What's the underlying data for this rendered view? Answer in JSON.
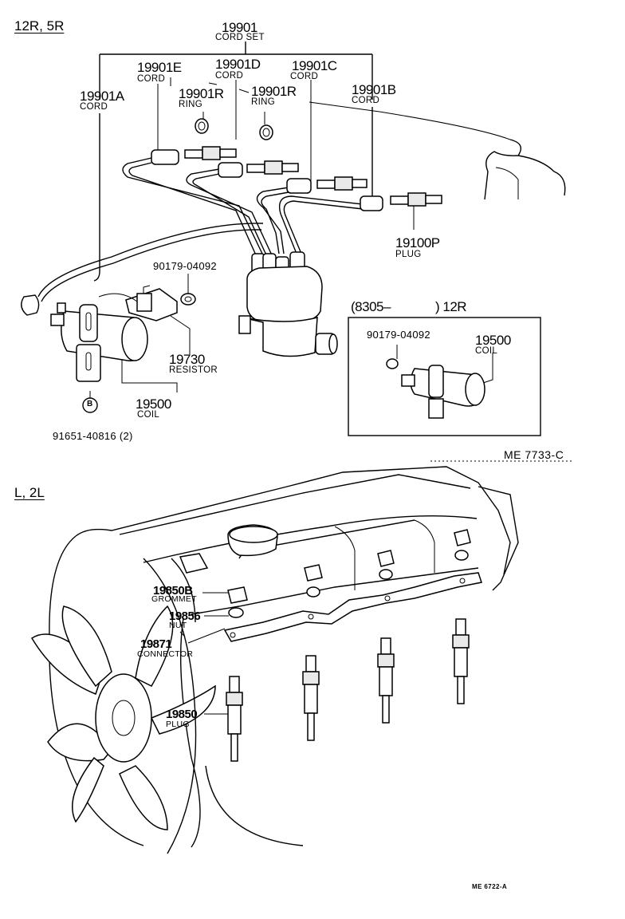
{
  "upper": {
    "section_label": "12R, 5R",
    "cord_set": {
      "number": "19901",
      "name": "CORD SET"
    },
    "cord_a": {
      "number": "19901A",
      "name": "CORD"
    },
    "cord_b": {
      "number": "19901B",
      "name": "CORD"
    },
    "cord_c": {
      "number": "19901C",
      "name": "CORD"
    },
    "cord_d": {
      "number": "19901D",
      "name": "CORD"
    },
    "cord_e": {
      "number": "19901E",
      "name": "CORD"
    },
    "ring_left": {
      "number": "19901R",
      "name": "RING"
    },
    "ring_right": {
      "number": "19901R",
      "name": "RING"
    },
    "spark_plug": {
      "number": "19100P",
      "name": "PLUG"
    },
    "nut": {
      "number": "90179-04092"
    },
    "resistor": {
      "number": "19730",
      "name": "RESISTOR"
    },
    "coil": {
      "number": "19500",
      "name": "COIL"
    },
    "bolt_marker": "B",
    "bolt": {
      "number": "91651-40816 (2)"
    },
    "inset": {
      "heading_left": "(8305–",
      "heading_right": ") 12R",
      "nut_number": "90179-04092",
      "coil_number": "19500",
      "coil_name": "COIL"
    },
    "reference": "ME  7733-C"
  },
  "lower": {
    "section_label": "L, 2L",
    "grommet": {
      "number": "19850B",
      "name": "GROMMET"
    },
    "nut": {
      "number": "19856",
      "name": "NUT"
    },
    "connector": {
      "number": "19871",
      "name": "CONNECTOR"
    },
    "glow_plug": {
      "number": "19850",
      "name": "PLUG"
    },
    "reference": "ME 6722-A"
  }
}
